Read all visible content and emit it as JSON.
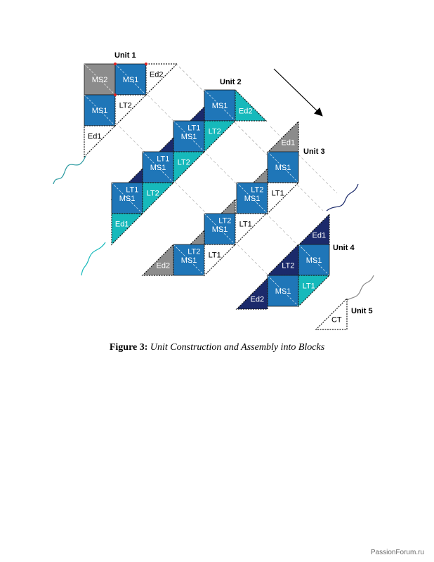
{
  "colors": {
    "blue": "#1f76b8",
    "teal": "#16b9bb",
    "navy": "#1b2a6b",
    "gray": "#8c8c8c",
    "white": "#ffffff",
    "seam_dot": "#e02020"
  },
  "units": [
    {
      "label": "Unit 1"
    },
    {
      "label": "Unit 2"
    },
    {
      "label": "Unit 3"
    },
    {
      "label": "Unit 4"
    },
    {
      "label": "Unit 5"
    }
  ],
  "pieces": {
    "ms1": "MS1",
    "ms2": "MS2",
    "lt1": "LT1",
    "lt2": "LT2",
    "ed1": "Ed1",
    "ed2": "Ed2",
    "ct": "CT"
  },
  "caption": {
    "prefix": "Figure 3:",
    "text": "Unit Construction and Assembly into Blocks"
  },
  "watermark": "PassionForum.ru"
}
